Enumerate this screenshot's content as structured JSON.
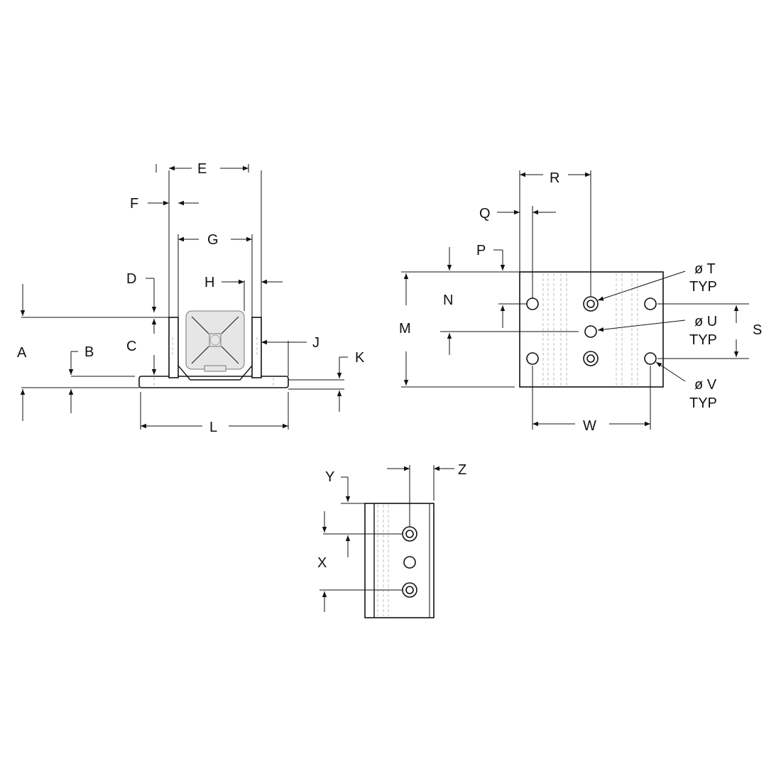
{
  "labels": {
    "A": "A",
    "B": "B",
    "C": "C",
    "D": "D",
    "E": "E",
    "F": "F",
    "G": "G",
    "H": "H",
    "J": "J",
    "K": "K",
    "L": "L",
    "M": "M",
    "N": "N",
    "P": "P",
    "Q": "Q",
    "R": "R",
    "S": "S",
    "X": "X",
    "Y": "Y",
    "Z": "Z",
    "W": "W"
  },
  "callouts": {
    "T": "ø T",
    "U": "ø U",
    "V": "ø V",
    "typ": "TYP"
  }
}
